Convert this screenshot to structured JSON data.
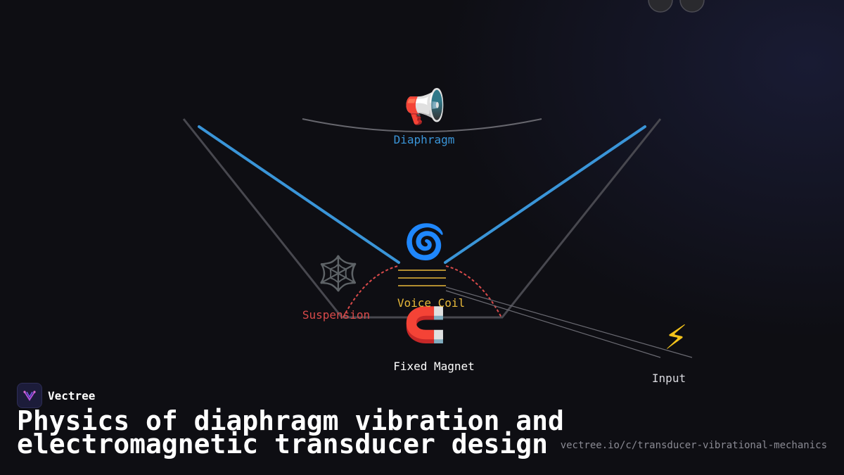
{
  "diagram": {
    "labels": {
      "diaphragm": "Diaphragm",
      "voice_coil": "Voice Coil",
      "suspension": "Suspension",
      "fixed_magnet": "Fixed Magnet",
      "input": "Input"
    },
    "icons": {
      "diaphragm": "📢",
      "voice_coil": "🌀",
      "suspension": "🕸️",
      "fixed_magnet": "🧲",
      "input": "⚡"
    },
    "colors": {
      "diaphragm": "#3a95d8",
      "voice_coil": "#e8b93a",
      "suspension": "#d94a4a",
      "frame": "#48484f",
      "text": "#ffffff"
    }
  },
  "footer": {
    "brand": "Vectree",
    "title": "Physics of diaphragm vibration and electromagnetic transducer design",
    "url": "vectree.io/c/transducer-vibrational-mechanics"
  }
}
